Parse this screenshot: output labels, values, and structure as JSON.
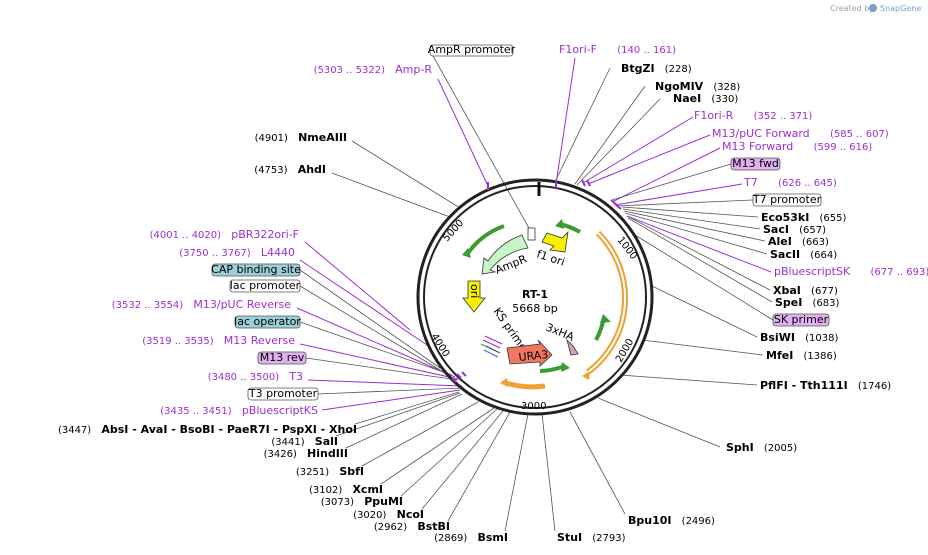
{
  "branding": {
    "created_by": "Created by",
    "app": "SnapGene"
  },
  "plasmid": {
    "name": "RT-1",
    "size": "5668 bp"
  },
  "ring_ticks": [
    "1000",
    "2000",
    "3000",
    "4000",
    "5000"
  ],
  "feature_labels": {
    "ampr": "AmpR",
    "ori": "ori",
    "f1ori": "f1 ori",
    "ks": "KS primer",
    "hax3": "3xHA",
    "ura3": "URA3"
  },
  "enzymes": [
    {
      "id": "btgzi",
      "name": "BtgZI",
      "pos": "(228)"
    },
    {
      "id": "ngomiv",
      "name": "NgoMIV",
      "pos": "(328)"
    },
    {
      "id": "naei",
      "name": "NaeI",
      "pos": "(330)"
    },
    {
      "id": "eco53ki",
      "name": "Eco53kI",
      "pos": "(655)"
    },
    {
      "id": "saci",
      "name": "SacI",
      "pos": "(657)"
    },
    {
      "id": "alei",
      "name": "AleI",
      "pos": "(663)"
    },
    {
      "id": "sacii",
      "name": "SacII",
      "pos": "(664)"
    },
    {
      "id": "xbai",
      "name": "XbaI",
      "pos": "(677)"
    },
    {
      "id": "spei",
      "name": "SpeI",
      "pos": "(683)"
    },
    {
      "id": "bsiwi",
      "name": "BsiWI",
      "pos": "(1038)"
    },
    {
      "id": "mfei",
      "name": "MfeI",
      "pos": "(1386)"
    },
    {
      "id": "pflfi",
      "name": "PflFI - Tth111I",
      "pos": "(1746)"
    },
    {
      "id": "sphi",
      "name": "SphI",
      "pos": "(2005)"
    },
    {
      "id": "bpu10i",
      "name": "Bpu10I",
      "pos": "(2496)"
    },
    {
      "id": "stui",
      "name": "StuI",
      "pos": "(2793)"
    },
    {
      "id": "bsmi",
      "name": "BsmI",
      "pos": "(2869)"
    },
    {
      "id": "bstbi",
      "name": "BstBI",
      "pos": "(2962)"
    },
    {
      "id": "ncoi",
      "name": "NcoI",
      "pos": "(3020)"
    },
    {
      "id": "ppumi",
      "name": "PpuMI",
      "pos": "(3073)"
    },
    {
      "id": "xcmi",
      "name": "XcmI",
      "pos": "(3102)"
    },
    {
      "id": "sbfi",
      "name": "SbfI",
      "pos": "(3251)"
    },
    {
      "id": "hindiii",
      "name": "HindIII",
      "pos": "(3426)"
    },
    {
      "id": "sali",
      "name": "SalI",
      "pos": "(3441)"
    },
    {
      "id": "mcs",
      "name": "AbsI - AvaI - BsoBI - PaeR7I - PspXI - XhoI",
      "pos": "(3447)"
    },
    {
      "id": "ahdi",
      "name": "AhdI",
      "pos": "(4753)"
    },
    {
      "id": "nmeaiii",
      "name": "NmeAIII",
      "pos": "(4901)"
    }
  ],
  "primers": [
    {
      "id": "ampr_r",
      "name": "Amp-R",
      "pos": "(5303 .. 5322)"
    },
    {
      "id": "f1ori_f",
      "name": "F1ori-F",
      "pos": "(140 .. 161)"
    },
    {
      "id": "f1ori_r",
      "name": "F1ori-R",
      "pos": "(352 .. 371)"
    },
    {
      "id": "m13puc_f",
      "name": "M13/pUC Forward",
      "pos": "(585 .. 607)"
    },
    {
      "id": "m13_f",
      "name": "M13 Forward",
      "pos": "(599 .. 616)"
    },
    {
      "id": "t7",
      "name": "T7",
      "pos": "(626 .. 645)"
    },
    {
      "id": "pbsk",
      "name": "pBluescriptSK",
      "pos": "(677 .. 693)"
    },
    {
      "id": "pbr322",
      "name": "pBR322ori-F",
      "pos": "(4001 .. 4020)"
    },
    {
      "id": "l4440",
      "name": "L4440",
      "pos": "(3750 .. 3767)"
    },
    {
      "id": "m13puc_r",
      "name": "M13/pUC Reverse",
      "pos": "(3532 .. 3554)"
    },
    {
      "id": "m13_r",
      "name": "M13 Reverse",
      "pos": "(3519 .. 3535)"
    },
    {
      "id": "t3",
      "name": "T3",
      "pos": "(3480 .. 3500)"
    },
    {
      "id": "pbks",
      "name": "pBluescriptKS",
      "pos": "(3435 .. 3451)"
    }
  ],
  "boxed": [
    {
      "id": "ampr_prom",
      "name": "AmpR promoter",
      "style": "plain"
    },
    {
      "id": "m13fwd",
      "name": "M13 fwd",
      "style": "primer"
    },
    {
      "id": "t7prom",
      "name": "T7 promoter",
      "style": "plain"
    },
    {
      "id": "skprimer",
      "name": "SK primer",
      "style": "primer"
    },
    {
      "id": "cap",
      "name": "CAP binding site",
      "style": "site"
    },
    {
      "id": "lacprom",
      "name": "lac promoter",
      "style": "plain"
    },
    {
      "id": "lacop",
      "name": "lac operator",
      "style": "site"
    },
    {
      "id": "m13rev",
      "name": "M13 rev",
      "style": "primer"
    },
    {
      "id": "t3prom",
      "name": "T3 promoter",
      "style": "plain"
    }
  ],
  "colors": {
    "ampr": "#c8f5c8",
    "ori": "#f5f000",
    "f1ori": "#f5f000",
    "ura3": "#f07860",
    "hax3": "#d8a0c0",
    "orange_arc": "#f0a030",
    "green_arc": "#3a9c30",
    "primer": "#9b2fd1",
    "site_box": "#9ccfd8",
    "primer_box": "#e0b0f0"
  }
}
